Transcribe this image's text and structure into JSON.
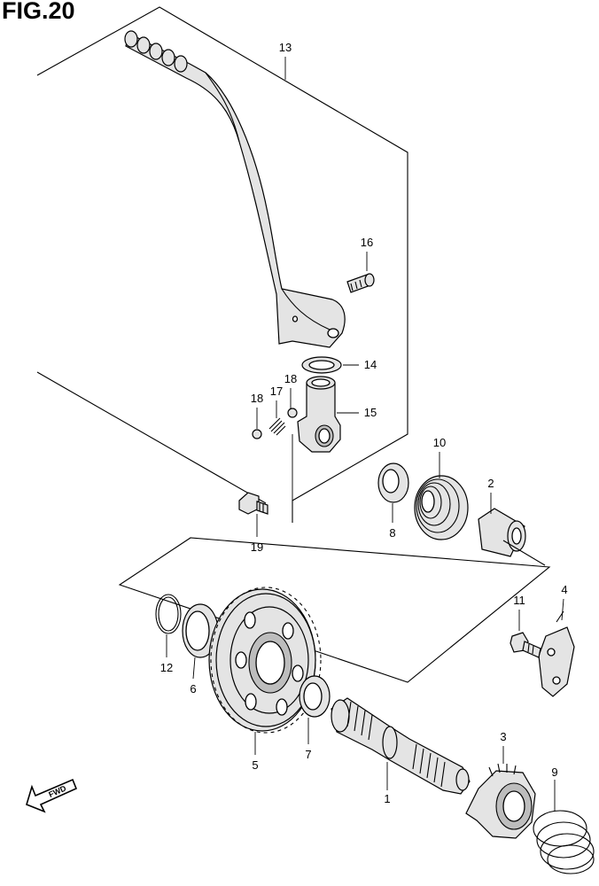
{
  "figure_title": "FIG.20",
  "fwd_label": "FWD",
  "callouts": {
    "p1": "1",
    "p2": "2",
    "p3": "3",
    "p4": "4",
    "p5": "5",
    "p6": "6",
    "p7": "7",
    "p8": "8",
    "p9": "9",
    "p10": "10",
    "p11": "11",
    "p12": "12",
    "p13": "13",
    "p14": "14",
    "p15": "15",
    "p16": "16",
    "p17": "17",
    "p18a": "18",
    "p18b": "18",
    "p19": "19"
  }
}
